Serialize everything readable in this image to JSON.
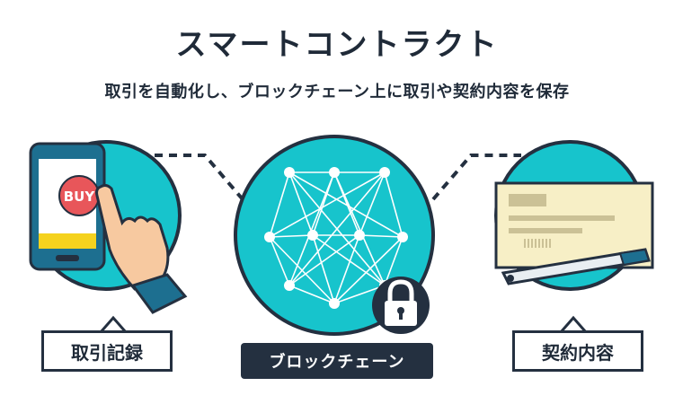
{
  "header": {
    "title": "スマートコントラクト",
    "subtitle": "取引を自動化し、ブロックチェーン上に取引や契約内容を保存"
  },
  "left": {
    "label": "取引記録",
    "button_text": "BUY"
  },
  "center": {
    "label": "ブロックチェーン",
    "lock_icon": "lock-icon"
  },
  "right": {
    "label": "契約内容"
  },
  "colors": {
    "teal": "#17c4cc",
    "dark": "#243040",
    "red": "#e8565a",
    "yellow": "#f5d21e",
    "paper": "#f7efc6",
    "skin": "#f7c9a0"
  }
}
